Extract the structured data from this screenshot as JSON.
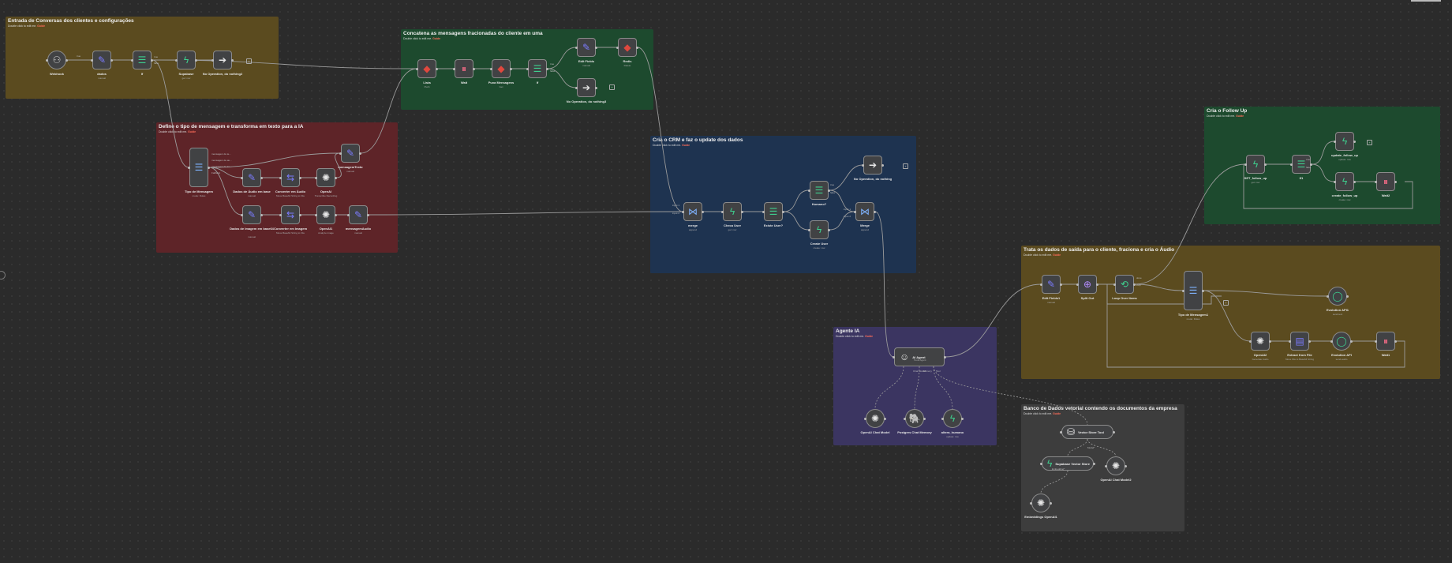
{
  "colors": {
    "canvas_bg": "#2b2b2b",
    "node_bg": "#414244",
    "edge": "#9b9b9b",
    "accent_edit": "#7c7cff",
    "accent_switch": "#3ecf8e",
    "accent_redis": "#e0483e",
    "accent_supabase": "#3ecf8e",
    "accent_openai": "#e6e6e6"
  },
  "stickies": [
    {
      "id": "s1",
      "title": "Entrada de Conversas dos clientes e configurações",
      "subtitle": "Double click to edit me.",
      "link": "Guide",
      "color": "#5b4b1f"
    },
    {
      "id": "s2",
      "title": "Concatena as mensagens fracionadas do cliente em uma",
      "subtitle": "Double click to edit me.",
      "link": "Guide",
      "color": "#1d4a2e"
    },
    {
      "id": "s3",
      "title": "Define o tipo de mensagem e transforma em texto para a IA",
      "subtitle": "Double click to edit me.",
      "link": "Guide",
      "color": "#5e2428"
    },
    {
      "id": "s4",
      "title": "Cria o CRM e faz o update dos dados",
      "subtitle": "Double click to edit me.",
      "link": "Guide",
      "color": "#1e3350"
    },
    {
      "id": "s5",
      "title": "Cria o Follow Up",
      "subtitle": "Double click to edit me.",
      "link": "Guide",
      "color": "#1d4a2e"
    },
    {
      "id": "s6",
      "title": "Trata os dados de saída para o cliente, fraciona e cria o Áudio",
      "subtitle": "Double click to edit me.",
      "link": "Guide",
      "color": "#5b4b1f"
    },
    {
      "id": "s7",
      "title": "Agente IA",
      "subtitle": "Double click to edit me.",
      "link": "Guide",
      "color": "#3b3561"
    },
    {
      "id": "s8",
      "title": "Banco de Dados vetorial contendo os documentos da empresa",
      "subtitle": "Double click to edit me.",
      "link": "Guide",
      "color": "#3d3d3d"
    }
  ],
  "nodes": [
    {
      "id": "webhook",
      "label": "Webhook",
      "sub": "",
      "icon": "webhook-icon",
      "glyph": "⚇",
      "color": "#cccccc"
    },
    {
      "id": "dados",
      "label": "dados",
      "sub": "manual",
      "icon": "pencil-icon",
      "glyph": "✎",
      "color": "#7c7cff"
    },
    {
      "id": "if",
      "label": "If",
      "sub": "",
      "icon": "switch-icon",
      "glyph": "☰",
      "color": "#3ecf8e"
    },
    {
      "id": "supabase1",
      "label": "Supabase",
      "sub": "get: row",
      "icon": "supabase-icon",
      "glyph": "ϟ",
      "color": "#3ecf8e"
    },
    {
      "id": "noop1",
      "label": "No Operation, do nothing2",
      "sub": "",
      "icon": "arrow-right-icon",
      "glyph": "➔",
      "color": "#e6e6e6"
    },
    {
      "id": "lista",
      "label": "Lista",
      "sub": "Push",
      "icon": "redis-icon",
      "glyph": "◆",
      "color": "#e0483e"
    },
    {
      "id": "wait",
      "label": "Wait",
      "sub": "",
      "icon": "pause-icon",
      "glyph": "⏸",
      "color": "#ff6d8a"
    },
    {
      "id": "puxa",
      "label": "Puxa Mensagens",
      "sub": "Get",
      "icon": "redis-icon",
      "glyph": "◆",
      "color": "#e0483e"
    },
    {
      "id": "if2",
      "label": "If",
      "sub": "",
      "icon": "switch-icon",
      "glyph": "☰",
      "color": "#3ecf8e"
    },
    {
      "id": "editfields",
      "label": "Edit Fields",
      "sub": "manual",
      "icon": "pencil-icon",
      "glyph": "✎",
      "color": "#7c7cff"
    },
    {
      "id": "redis",
      "label": "Redis",
      "sub": "Delete",
      "icon": "redis-icon",
      "glyph": "◆",
      "color": "#e0483e"
    },
    {
      "id": "noop2",
      "label": "No Operation, do nothing3",
      "sub": "",
      "icon": "arrow-right-icon",
      "glyph": "➔",
      "color": "#e6e6e6"
    },
    {
      "id": "tipo",
      "label": "Tipo de Mensagem",
      "sub": "mode: Rules",
      "icon": "switch-icon",
      "glyph": "☰",
      "color": "#7fb3ff"
    },
    {
      "id": "msgtexto",
      "label": "mensagemTexto",
      "sub": "manual",
      "icon": "pencil-icon",
      "glyph": "✎",
      "color": "#7c7cff"
    },
    {
      "id": "dadosaudio",
      "label": "Dados de Áudio em base",
      "sub": "manual",
      "icon": "pencil-icon",
      "glyph": "✎",
      "color": "#7c7cff"
    },
    {
      "id": "convaudio",
      "label": "Converter em Áudio",
      "sub": "Move Base64 String to File",
      "icon": "file-convert-icon",
      "glyph": "⇆",
      "color": "#7c7cff"
    },
    {
      "id": "openai1",
      "label": "OpenAI",
      "sub": "Transcribe Recording",
      "icon": "openai-icon",
      "glyph": "✺",
      "color": "#e6e6e6"
    },
    {
      "id": "dadosimg",
      "label": "Dados de Imagem em base64",
      "sub": "manual",
      "icon": "pencil-icon",
      "glyph": "✎",
      "color": "#7c7cff"
    },
    {
      "id": "convimg",
      "label": "Converter em Imagem",
      "sub": "Move Base64 String to File",
      "icon": "file-convert-icon",
      "glyph": "⇆",
      "color": "#7c7cff"
    },
    {
      "id": "openai2",
      "label": "OpenAI1",
      "sub": "Analyze image",
      "icon": "openai-icon",
      "glyph": "✺",
      "color": "#e6e6e6"
    },
    {
      "id": "msgaudio",
      "label": "mensagemAudio",
      "sub": "manual",
      "icon": "pencil-icon",
      "glyph": "✎",
      "color": "#7c7cff"
    },
    {
      "id": "merge1",
      "label": "merge",
      "sub": "append",
      "icon": "merge-icon",
      "glyph": "⋈",
      "color": "#7fb3ff"
    },
    {
      "id": "checauser",
      "label": "Checa User",
      "sub": "get: row",
      "icon": "supabase-icon",
      "glyph": "ϟ",
      "color": "#3ecf8e"
    },
    {
      "id": "existeuser",
      "label": "Existe User?",
      "sub": "",
      "icon": "switch-icon",
      "glyph": "☰",
      "color": "#3ecf8e"
    },
    {
      "id": "humano",
      "label": "Humano?",
      "sub": "",
      "icon": "switch-icon",
      "glyph": "☰",
      "color": "#3ecf8e"
    },
    {
      "id": "createuser",
      "label": "Create User",
      "sub": "create: row",
      "icon": "supabase-icon",
      "glyph": "ϟ",
      "color": "#3ecf8e"
    },
    {
      "id": "noop3",
      "label": "No Operation, do nothing",
      "sub": "",
      "icon": "arrow-right-icon",
      "glyph": "➔",
      "color": "#e6e6e6"
    },
    {
      "id": "merge2",
      "label": "Merge",
      "sub": "append",
      "icon": "merge-icon",
      "glyph": "⋈",
      "color": "#7fb3ff"
    },
    {
      "id": "setfollow",
      "label": "SET_follow_up",
      "sub": "get: row",
      "icon": "supabase-icon",
      "glyph": "ϟ",
      "color": "#3ecf8e"
    },
    {
      "id": "if3",
      "label": "If1",
      "sub": "",
      "icon": "switch-icon",
      "glyph": "☰",
      "color": "#3ecf8e"
    },
    {
      "id": "updatefollow",
      "label": "update_follow_up",
      "sub": "update: row",
      "icon": "supabase-icon",
      "glyph": "ϟ",
      "color": "#3ecf8e"
    },
    {
      "id": "createfollow",
      "label": "create_follow_up",
      "sub": "create: row",
      "icon": "supabase-icon",
      "glyph": "ϟ",
      "color": "#3ecf8e"
    },
    {
      "id": "wait2",
      "label": "Wait2",
      "sub": "",
      "icon": "pause-icon",
      "glyph": "⏸",
      "color": "#ff6d8a"
    },
    {
      "id": "editfields2",
      "label": "Edit Fields1",
      "sub": "manual",
      "icon": "pencil-icon",
      "glyph": "✎",
      "color": "#7c7cff"
    },
    {
      "id": "splitout",
      "label": "Split Out",
      "sub": "",
      "icon": "split-icon",
      "glyph": "⊕",
      "color": "#b38cff"
    },
    {
      "id": "loop",
      "label": "Loop Over Items",
      "sub": "",
      "icon": "loop-icon",
      "glyph": "⟲",
      "color": "#3ecf8e"
    },
    {
      "id": "tipo2",
      "label": "Tipo de Mensagem1",
      "sub": "mode: Rules",
      "icon": "switch-icon",
      "glyph": "☰",
      "color": "#7fb3ff"
    },
    {
      "id": "evolution1",
      "label": "Evolution API1",
      "sub": "send-text",
      "icon": "whatsapp-icon",
      "glyph": "◯",
      "color": "#3ecf8e"
    },
    {
      "id": "openai3",
      "label": "OpenAI2",
      "sub": "Generate Audio",
      "icon": "openai-icon",
      "glyph": "✺",
      "color": "#e6e6e6"
    },
    {
      "id": "extract",
      "label": "Extract from File",
      "sub": "Move File to Base64 String",
      "icon": "file-extract-icon",
      "glyph": "▤",
      "color": "#7c7cff"
    },
    {
      "id": "evolution2",
      "label": "Evolution API",
      "sub": "send-audio",
      "icon": "whatsapp-icon",
      "glyph": "◯",
      "color": "#3ecf8e"
    },
    {
      "id": "wait1",
      "label": "Wait1",
      "sub": "",
      "icon": "pause-icon",
      "glyph": "⏸",
      "color": "#ff6d8a"
    },
    {
      "id": "agent",
      "label": "AI Agent",
      "sub": "Tools Agent",
      "icon": "robot-icon",
      "glyph": "☺",
      "color": "#e6e6e6"
    },
    {
      "id": "chatmodel",
      "label": "OpenAI Chat Model",
      "sub": "",
      "icon": "openai-icon",
      "glyph": "✺",
      "color": "#e6e6e6"
    },
    {
      "id": "memory",
      "label": "Postgres Chat Memory",
      "sub": "",
      "icon": "postgres-icon",
      "glyph": "🐘",
      "color": "#7fb3ff"
    },
    {
      "id": "altera",
      "label": "altera_humano",
      "sub": "update: row",
      "icon": "supabase-icon",
      "glyph": "ϟ",
      "color": "#3ecf8e"
    },
    {
      "id": "vectortool",
      "label": "Vector Store Tool",
      "sub": "",
      "icon": "database-icon",
      "glyph": "⛁",
      "color": "#e6e6e6"
    },
    {
      "id": "supavector",
      "label": "Supabase Vector Store",
      "sub": "",
      "icon": "supabase-icon",
      "glyph": "ϟ",
      "color": "#3ecf8e"
    },
    {
      "id": "chatmodel2",
      "label": "OpenAI Chat Model2",
      "sub": "",
      "icon": "openai-icon",
      "glyph": "✺",
      "color": "#e6e6e6"
    },
    {
      "id": "embeddings",
      "label": "Embeddings OpenAI1",
      "sub": "",
      "icon": "openai-icon",
      "glyph": "✺",
      "color": "#e6e6e6"
    }
  ],
  "tags": {
    "false": "false",
    "true": "true",
    "loop": "loop",
    "done": "done",
    "input1": "input 1",
    "input2": "input 2",
    "mensagem_de_texto": "mensagem de te...",
    "mensagem_de_audio": "mensagem de au...",
    "mensagem_de_imagem": "mensagem de im...",
    "fallback": "Fallback",
    "mensagem": "mensagem",
    "chat_model": "Chat Model*",
    "memory": "Memory",
    "tool": "Tool",
    "vector_store": "Vector Store*",
    "model": "Model*",
    "embedding": "Embedding*"
  }
}
